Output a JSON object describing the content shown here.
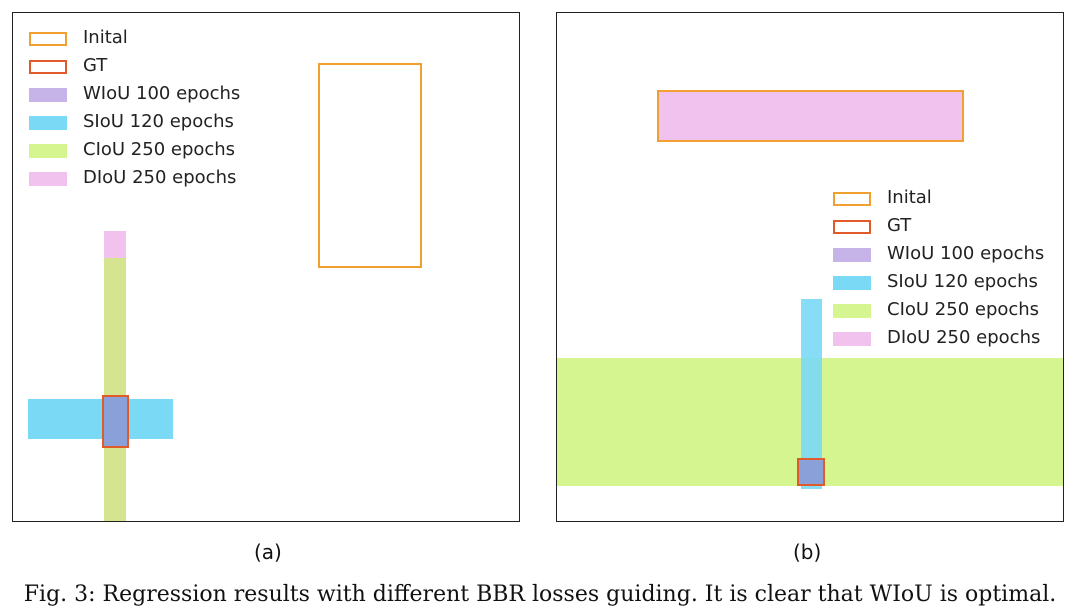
{
  "legend_items": [
    {
      "label": "Inital",
      "style": "outline",
      "color": "#F0A030"
    },
    {
      "label": "GT",
      "style": "outline",
      "color": "#E05A2A"
    },
    {
      "label": "WIoU 100 epochs",
      "style": "fill",
      "color": "#C6B4E8"
    },
    {
      "label": "SIoU 120 epochs",
      "style": "fill",
      "color": "#7AD9F5"
    },
    {
      "label": "CIoU 250 epochs",
      "style": "fill",
      "color": "#D4F58F"
    },
    {
      "label": "DIoU 250 epochs",
      "style": "fill",
      "color": "#F2C2EE"
    }
  ],
  "panel_labels": {
    "a": "(a)",
    "b": "(b)"
  },
  "caption": "Fig. 3: Regression results with different BBR losses guiding. It is clear that WIoU is optimal."
}
